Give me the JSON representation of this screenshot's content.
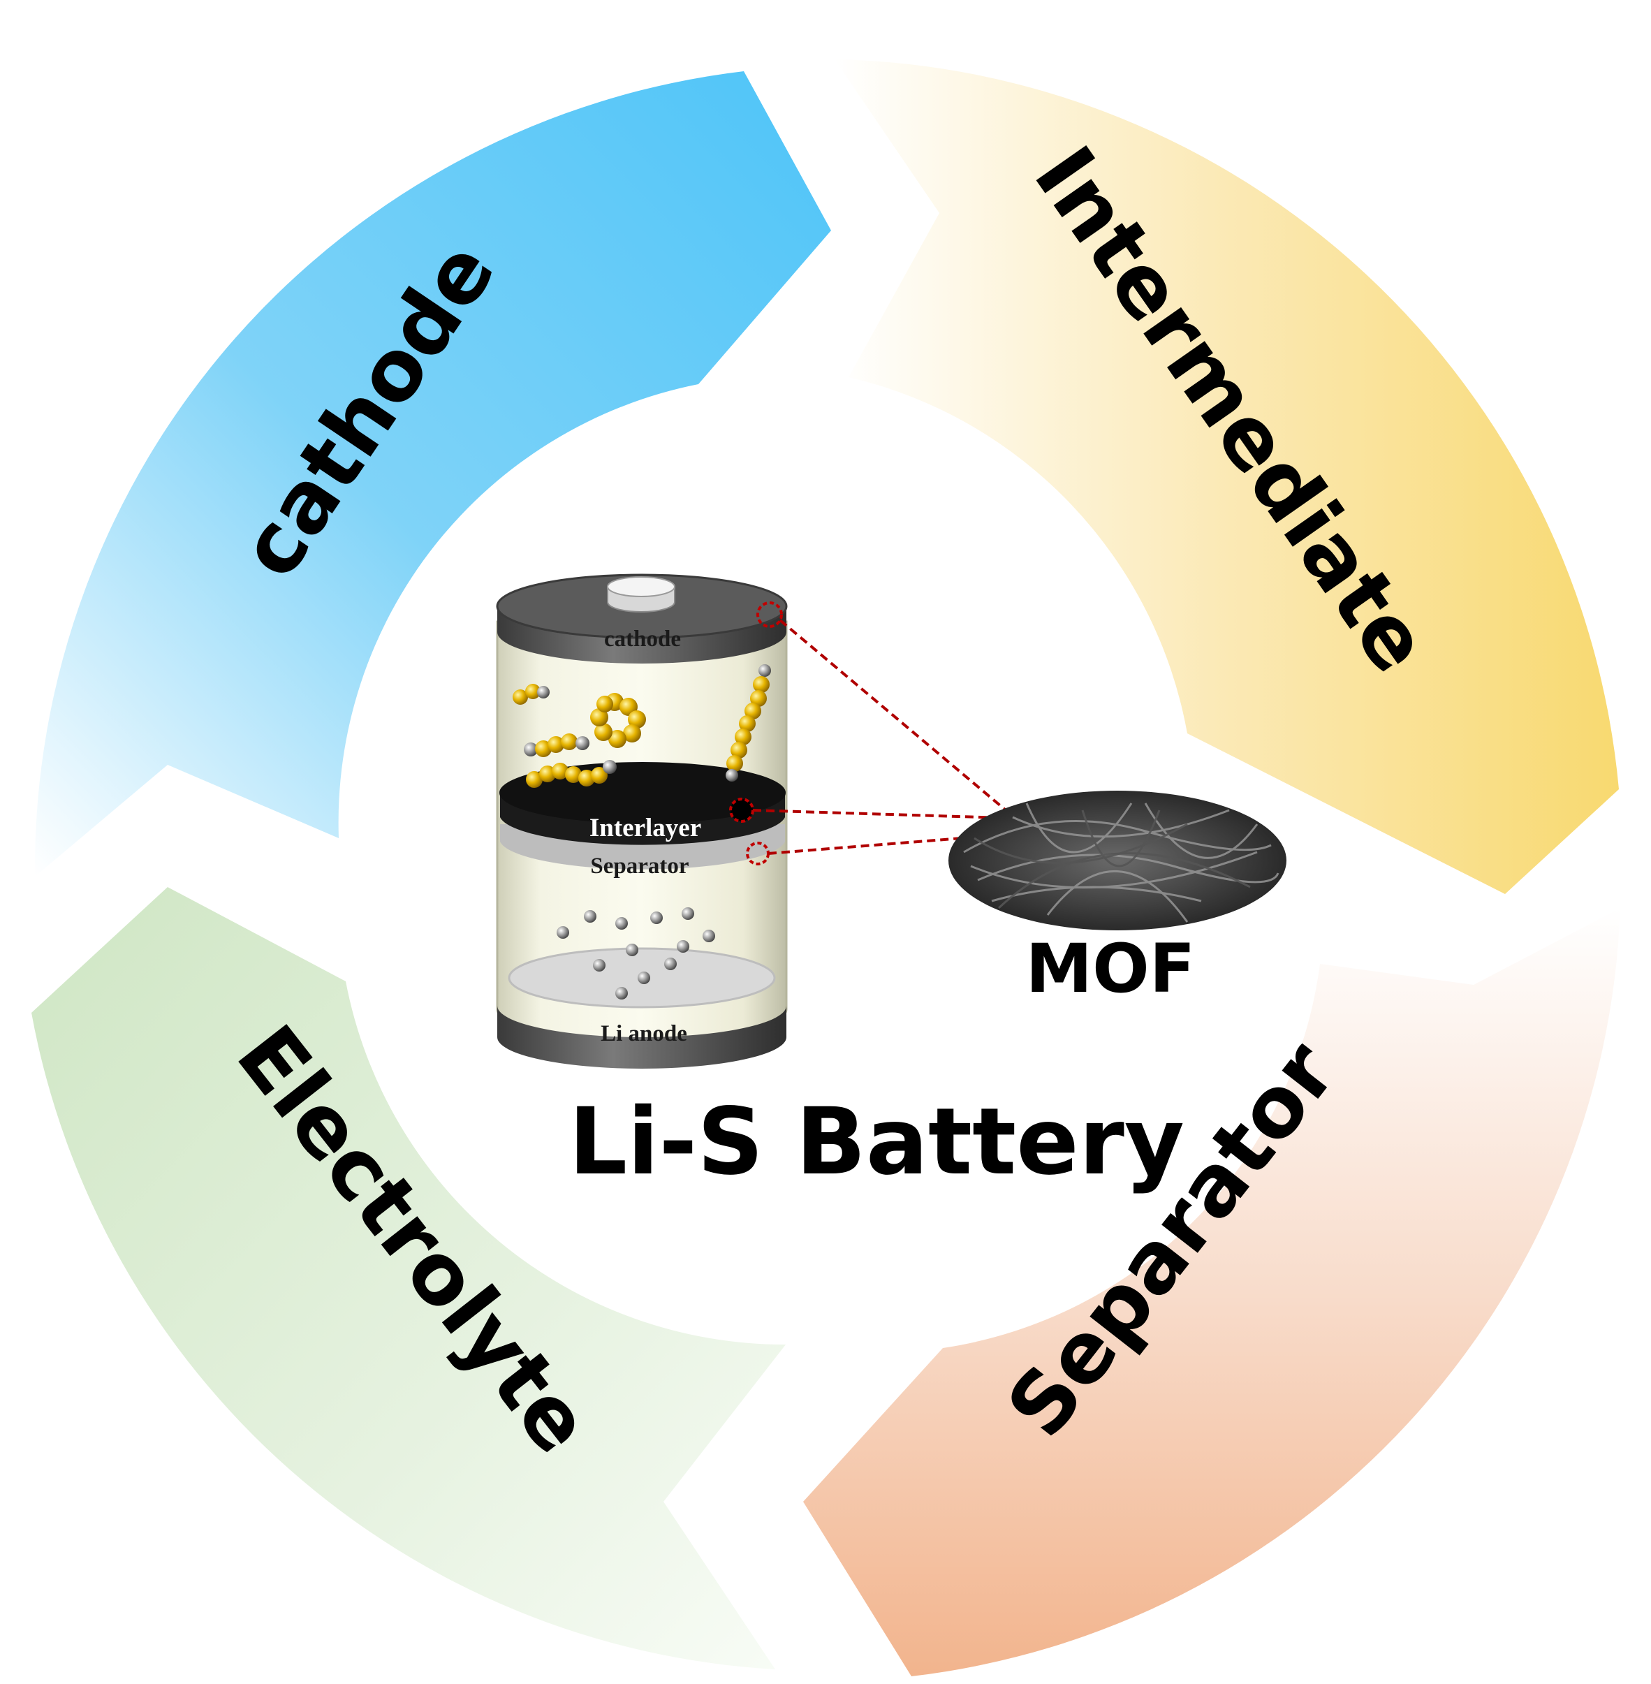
{
  "segments": {
    "cathode": {
      "label": "cathode",
      "color": "#4fc3f7"
    },
    "intermediate": {
      "label": "Intermediate",
      "color": "#f9dc7a"
    },
    "separator": {
      "label": "Separator",
      "color": "#f2b48d"
    },
    "electrolyte": {
      "label": "Electrolyte",
      "color": "#cfe6c4"
    }
  },
  "battery": {
    "cathode_label": "cathode",
    "interlayer_label": "Interlayer",
    "separator_label": "Separator",
    "anode_label": "Li anode"
  },
  "mof_label": "MOF",
  "title": "Li-S Battery"
}
